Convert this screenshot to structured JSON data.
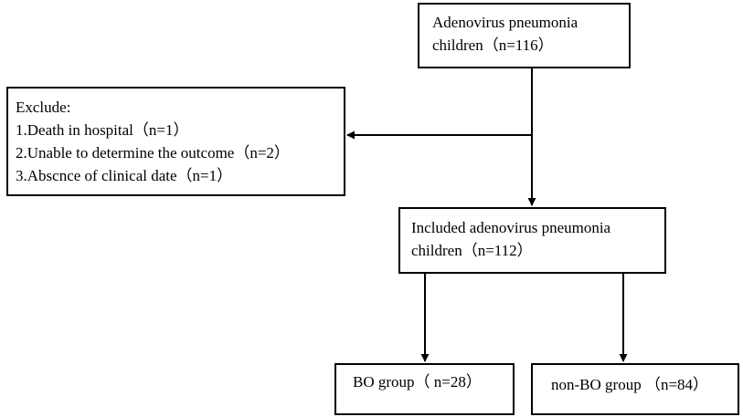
{
  "boxes": {
    "top": {
      "lines": [
        "Adenovirus pneumonia",
        "children（n=116）"
      ]
    },
    "exclude": {
      "lines": [
        "Exclude:",
        "1.Death in hospital（n=1）",
        "2.Unable to determine the outcome（n=2）",
        "3.Abscnce of clinical date（n=1）"
      ]
    },
    "included": {
      "lines": [
        "Included adenovirus pneumonia",
        "children（n=112）"
      ]
    },
    "bo": {
      "lines": [
        "BO group（ n=28）"
      ]
    },
    "nonbo": {
      "lines": [
        "non-BO group （n=84）"
      ]
    }
  },
  "colors": {
    "stroke": "#000000",
    "background": "#ffffff"
  }
}
